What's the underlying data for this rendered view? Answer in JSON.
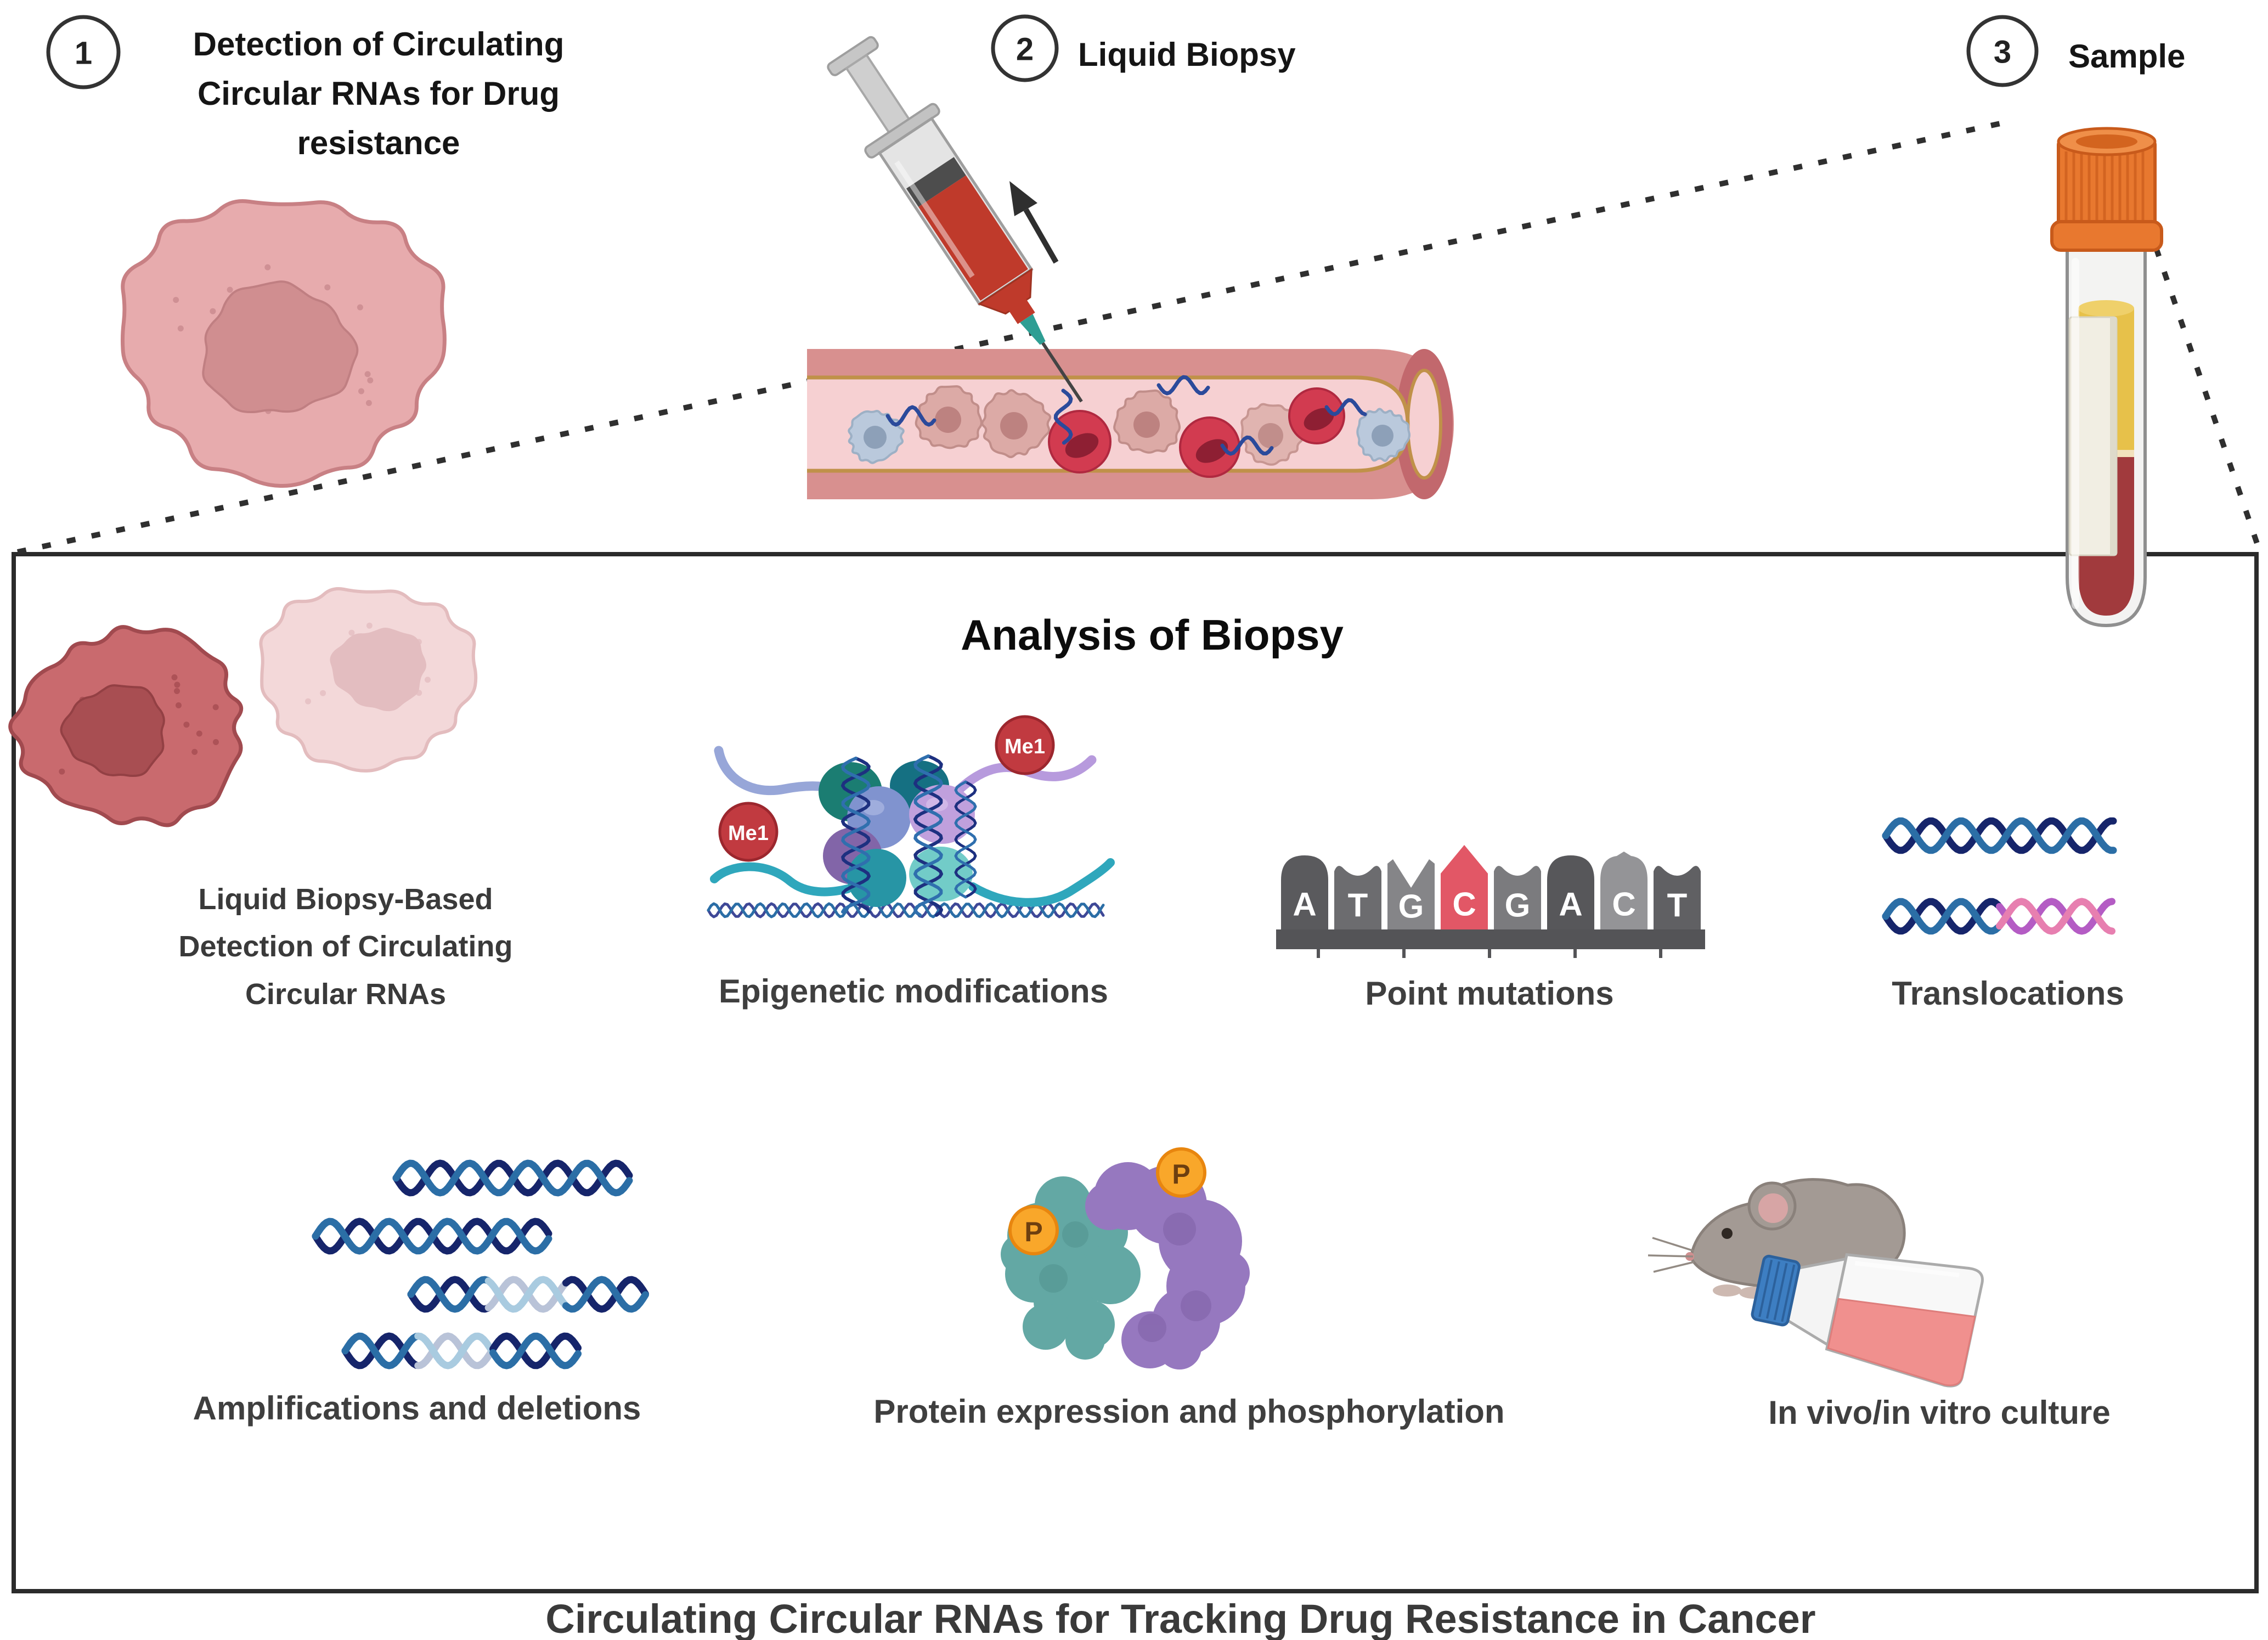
{
  "steps": [
    {
      "number": "1",
      "label": "Detection of Circulating\nCircular RNAs  for Drug\nresistance"
    },
    {
      "number": "2",
      "label": "Liquid Biopsy"
    },
    {
      "number": "3",
      "label": "Sample"
    }
  ],
  "analysis": {
    "title": "Analysis of Biopsy",
    "left_caption": "Liquid Biopsy-Based\nDetection of Circulating\nCircular RNAs",
    "epigenetics": {
      "label": "Epigenetic modifications",
      "me_labels": [
        "Me1",
        "Me1"
      ]
    },
    "point_mutations": {
      "label": "Point mutations",
      "sequence": [
        {
          "char": "A",
          "color": "#5a5a5d"
        },
        {
          "char": "T",
          "color": "#6c6c6f"
        },
        {
          "char": "G",
          "color": "#858588"
        },
        {
          "char": "C",
          "color": "#e25766"
        },
        {
          "char": "G",
          "color": "#7b7b7e"
        },
        {
          "char": "A",
          "color": "#57575a"
        },
        {
          "char": "C",
          "color": "#949497"
        },
        {
          "char": "T",
          "color": "#606063"
        }
      ]
    },
    "translocations": {
      "label": "Translocations"
    },
    "amplifications": {
      "label": "Amplifications and deletions"
    },
    "protein": {
      "label": "Protein expression and phosphorylation",
      "p_labels": [
        "P",
        "P"
      ]
    },
    "culture": {
      "label": "In vivo/in vitro culture"
    }
  },
  "bottom_title": "Circulating Circular RNAs for Tracking Drug Resistance in Cancer",
  "colors": {
    "methyl_badge": "#c13a40",
    "phospho_badge": "#f9a72a",
    "mutation_highlight": "#e25766",
    "helix_navy": "#16256b",
    "helix_blue": "#2b6ea6",
    "helix_purple": "#b45cc4",
    "helix_pink": "#e77fb0",
    "tube_cap": "#e8782f"
  }
}
